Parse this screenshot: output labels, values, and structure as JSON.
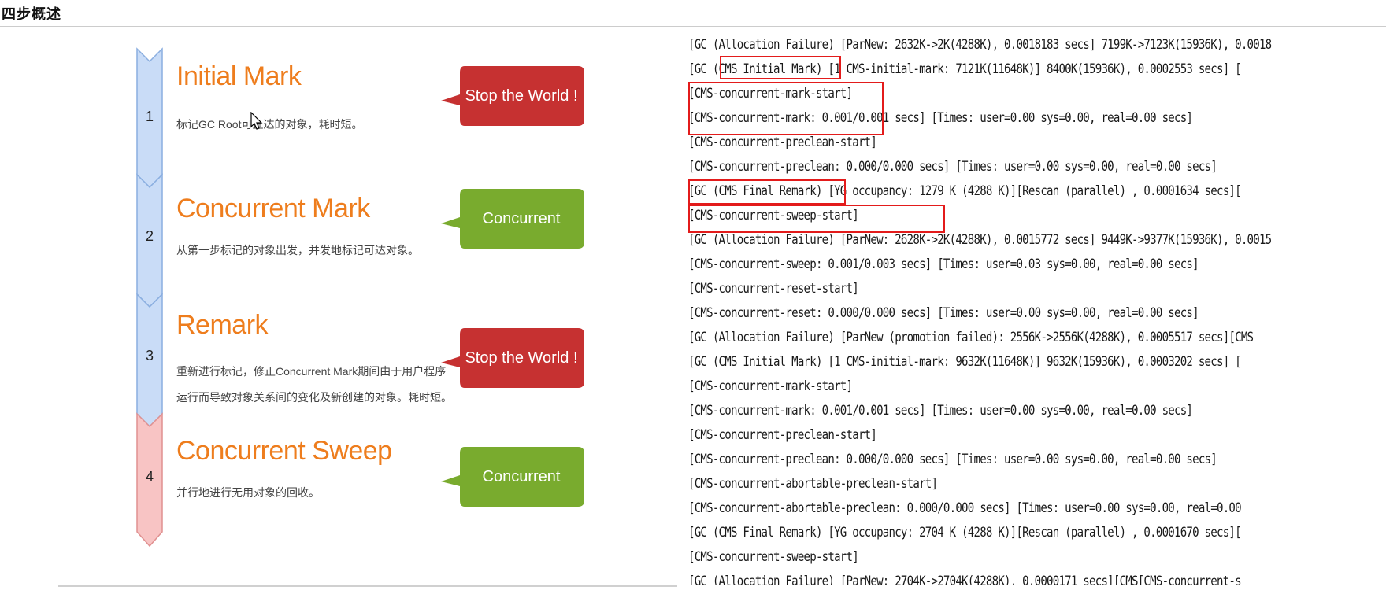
{
  "page": {
    "title": "四步概述"
  },
  "steps": [
    {
      "number": "1",
      "title": "Initial Mark",
      "description": [
        "标记GC Root可直达的对象，耗时短。"
      ],
      "badge": "Stop the World !",
      "badge_color": "#c63131"
    },
    {
      "number": "2",
      "title": "Concurrent Mark",
      "description": [
        "从第一步标记的对象出发，并发地标记可达对象。"
      ],
      "badge": "Concurrent",
      "badge_color": "#79ab2e"
    },
    {
      "number": "3",
      "title": "Remark",
      "description": [
        "重新进行标记，修正Concurrent Mark期间由于用户程序",
        "运行而导致对象关系间的变化及新创建的对象。耗时短。"
      ],
      "badge": "Stop the World !",
      "badge_color": "#c63131"
    },
    {
      "number": "4",
      "title": "Concurrent Sweep",
      "description": [
        "并行地进行无用对象的回收。"
      ],
      "badge": "Concurrent",
      "badge_color": "#79ab2e"
    }
  ],
  "colors": {
    "title_orange": "#ee7d1d",
    "chevron_blue": "#c9dcf7",
    "chevron_red": "#f8c4c4",
    "highlight_red": "#e31b1b"
  },
  "log_lines": [
    "[GC (Allocation Failure) [ParNew: 2632K->2K(4288K), 0.0018183 secs] 7199K->7123K(15936K), 0.0018",
    "[GC (CMS Initial Mark) [1 CMS-initial-mark: 7121K(11648K)] 8400K(15936K), 0.0002553 secs] [",
    "[CMS-concurrent-mark-start]",
    "[CMS-concurrent-mark: 0.001/0.001 secs] [Times: user=0.00 sys=0.00, real=0.00 secs]",
    "[CMS-concurrent-preclean-start]",
    "[CMS-concurrent-preclean: 0.000/0.000 secs] [Times: user=0.00 sys=0.00, real=0.00 secs]",
    "[GC (CMS Final Remark) [YG occupancy: 1279 K (4288 K)][Rescan (parallel) , 0.0001634 secs][",
    "[CMS-concurrent-sweep-start]",
    "[GC (Allocation Failure) [ParNew: 2628K->2K(4288K), 0.0015772 secs] 9449K->9377K(15936K), 0.0015",
    "[CMS-concurrent-sweep: 0.001/0.003 secs] [Times: user=0.03 sys=0.00, real=0.00 secs]",
    "[CMS-concurrent-reset-start]",
    "[CMS-concurrent-reset: 0.000/0.000 secs] [Times: user=0.00 sys=0.00, real=0.00 secs]",
    "[GC (Allocation Failure) [ParNew (promotion failed): 2556K->2556K(4288K), 0.0005517 secs][CMS",
    "[GC (CMS Initial Mark) [1 CMS-initial-mark: 9632K(11648K)] 9632K(15936K), 0.0003202 secs] [",
    "[CMS-concurrent-mark-start]",
    "[CMS-concurrent-mark: 0.001/0.001 secs] [Times: user=0.00 sys=0.00, real=0.00 secs]",
    "[CMS-concurrent-preclean-start]",
    "[CMS-concurrent-preclean: 0.000/0.000 secs] [Times: user=0.00 sys=0.00, real=0.00 secs]",
    "[CMS-concurrent-abortable-preclean-start]",
    "[CMS-concurrent-abortable-preclean: 0.000/0.000 secs] [Times: user=0.00 sys=0.00, real=0.00",
    "[GC (CMS Final Remark) [YG occupancy: 2704 K (4288 K)][Rescan (parallel) , 0.0001670 secs][",
    "[CMS-concurrent-sweep-start]",
    "[GC (Allocation Failure) [ParNew: 2704K->2704K(4288K), 0.0000171 secs][CMS[CMS-concurrent-s"
  ]
}
